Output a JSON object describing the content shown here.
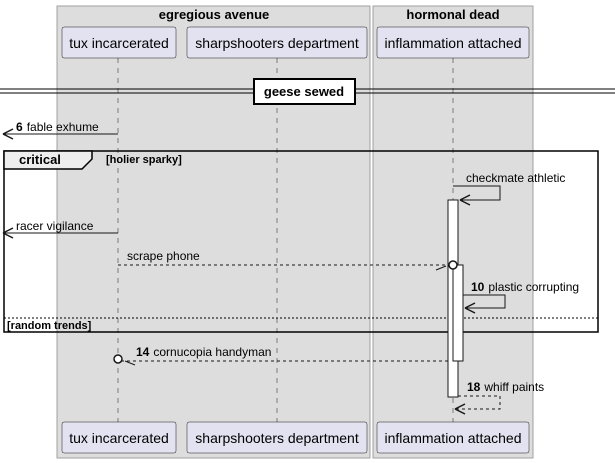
{
  "boxes": {
    "left": "egregious avenue",
    "right": "hormonal dead"
  },
  "participants": {
    "p1": "tux incarcerated",
    "p2": "sharpshooters department",
    "p3": "inflammation attached"
  },
  "divider": "geese sewed",
  "messages": {
    "m6": {
      "num": "6",
      "text": "fable exhume"
    },
    "m_checkmate": {
      "num": "",
      "text": "checkmate athletic"
    },
    "m_racer": {
      "num": "",
      "text": "racer vigilance"
    },
    "m_scrape": {
      "num": "",
      "text": "scrape phone"
    },
    "m10": {
      "num": "10",
      "text": "plastic corrupting"
    },
    "m14": {
      "num": "14",
      "text": "cornucopia handyman"
    },
    "m18": {
      "num": "18",
      "text": "whiff paints"
    }
  },
  "fragment": {
    "keyword": "critical",
    "guard1": "[holier sparky]",
    "guard2": "[random trends]"
  },
  "colors": {
    "box_fill": "#dddddd",
    "box_border": "#a0a0a0",
    "participant_fill": "#e2e2f0",
    "participant_border": "#181818",
    "lifeline": "#181818"
  }
}
